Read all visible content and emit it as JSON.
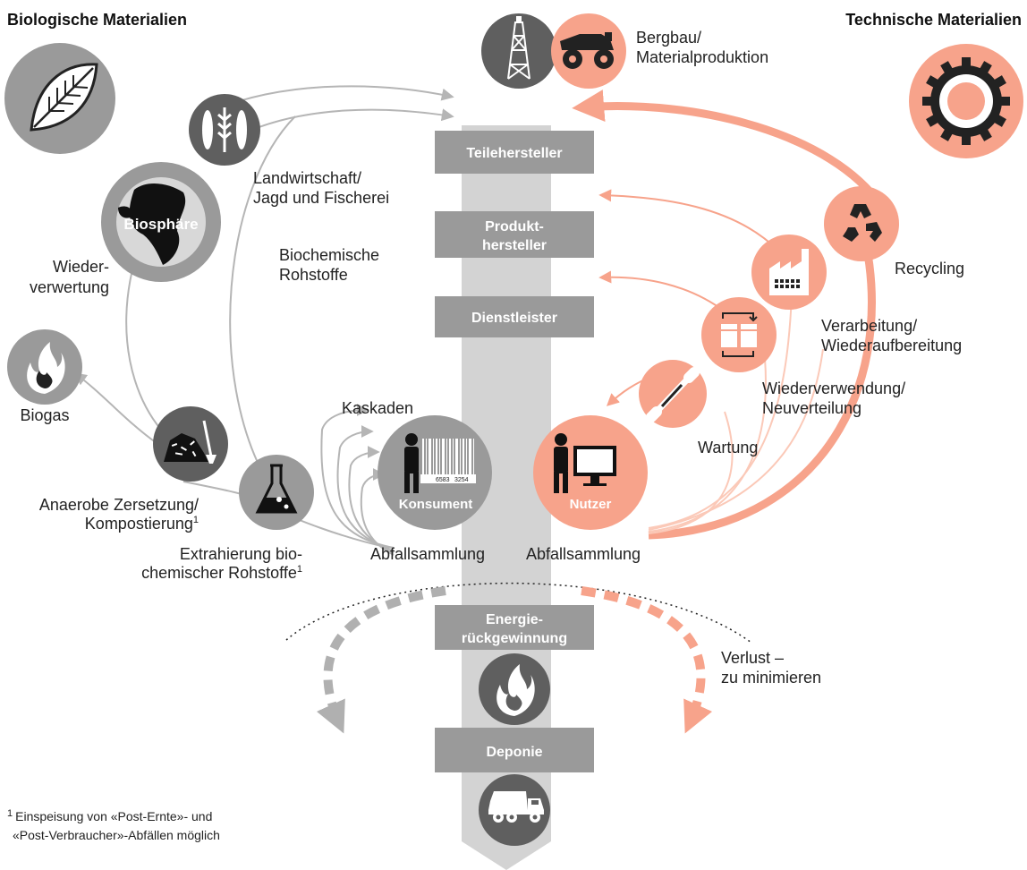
{
  "headers": {
    "biological": "Biologische Materialien",
    "technical": "Technische Materialien"
  },
  "stages": {
    "parts": "Teilehersteller",
    "product_line1": "Produkt-",
    "product_line2": "hersteller",
    "service": "Dienstleister",
    "energy_line1": "Energie-",
    "energy_line2": "rückgewinnung",
    "landfill": "Deponie"
  },
  "labels": {
    "mining_line1": "Bergbau/",
    "mining_line2": "Materialproduktion",
    "agri_line1": "Landwirtschaft/",
    "agri_line2": "Jagd und Fischerei",
    "biosphere": "Biosphäre",
    "biochem_line1": "Biochemische",
    "biochem_line2": "Rohstoffe",
    "reuse_line1": "Wieder-",
    "reuse_line2": "verwertung",
    "biogas": "Biogas",
    "cascades": "Kaskaden",
    "consumer": "Konsument",
    "user": "Nutzer",
    "waste_left": "Abfallsammlung",
    "waste_right": "Abfallsammlung",
    "anaerobic_line1": "Anaerobe Zersetzung/",
    "anaerobic_line2": "Kompostierung",
    "extraction_line1": "Extrahierung bio-",
    "extraction_line2": "chemischer Rohstoffe",
    "footnote_mark": "1",
    "recycling": "Recycling",
    "processing_line1": "Verarbeitung/",
    "processing_line2": "Wiederaufbereitung",
    "redistribution_line1": "Wiederverwendung/",
    "redistribution_line2": "Neuverteilung",
    "maintenance": "Wartung",
    "loss_line1": "Verlust –",
    "loss_line2": "zu minimieren",
    "barcode_left": "6583",
    "barcode_right": "3254"
  },
  "footnote": {
    "line1": "Einspeisung von «Post-Ernte»- und",
    "line2": "«Post-Verbraucher»-Abfällen möglich"
  },
  "colors": {
    "grey_dark": "#5f5f5f",
    "grey_mid": "#9a9a9a",
    "grey_light": "#d0d0d0",
    "salmon": "#f7a38b",
    "salmon_light": "#fbc9b8"
  },
  "icons": [
    "leaf-icon",
    "oil-rig-icon",
    "mining-truck-icon",
    "gear-icon",
    "fish-wheat-icon",
    "globe-icon",
    "fire-icon",
    "compost-icon",
    "flask-icon",
    "person-icon",
    "barcode-icon",
    "monitor-icon",
    "recycle-icon",
    "factory-icon",
    "reuse-icon",
    "wrench-icon",
    "dump-truck-icon"
  ]
}
